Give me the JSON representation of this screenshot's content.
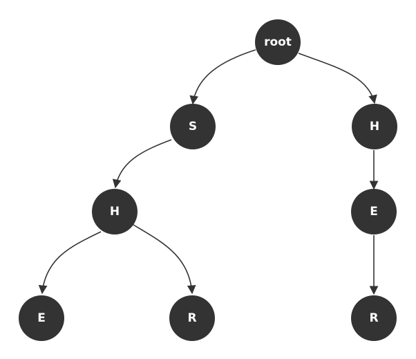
{
  "diagram": {
    "nodes": [
      {
        "id": "root",
        "label": "root"
      },
      {
        "id": "s",
        "label": "S"
      },
      {
        "id": "h-right",
        "label": "H"
      },
      {
        "id": "h-left",
        "label": "H"
      },
      {
        "id": "e-right",
        "label": "E"
      },
      {
        "id": "e-left",
        "label": "E"
      },
      {
        "id": "r-middle",
        "label": "R"
      },
      {
        "id": "r-right",
        "label": "R"
      }
    ],
    "edges": [
      {
        "from": "root",
        "to": "s"
      },
      {
        "from": "root",
        "to": "h-right"
      },
      {
        "from": "s",
        "to": "h-left"
      },
      {
        "from": "h-left",
        "to": "e-left"
      },
      {
        "from": "h-left",
        "to": "r-middle"
      },
      {
        "from": "h-right",
        "to": "e-right"
      },
      {
        "from": "e-right",
        "to": "r-right"
      }
    ],
    "colors": {
      "node_fill": "#333333",
      "label": "#ffffff",
      "edge": "#333333",
      "background": "#ffffff"
    }
  }
}
